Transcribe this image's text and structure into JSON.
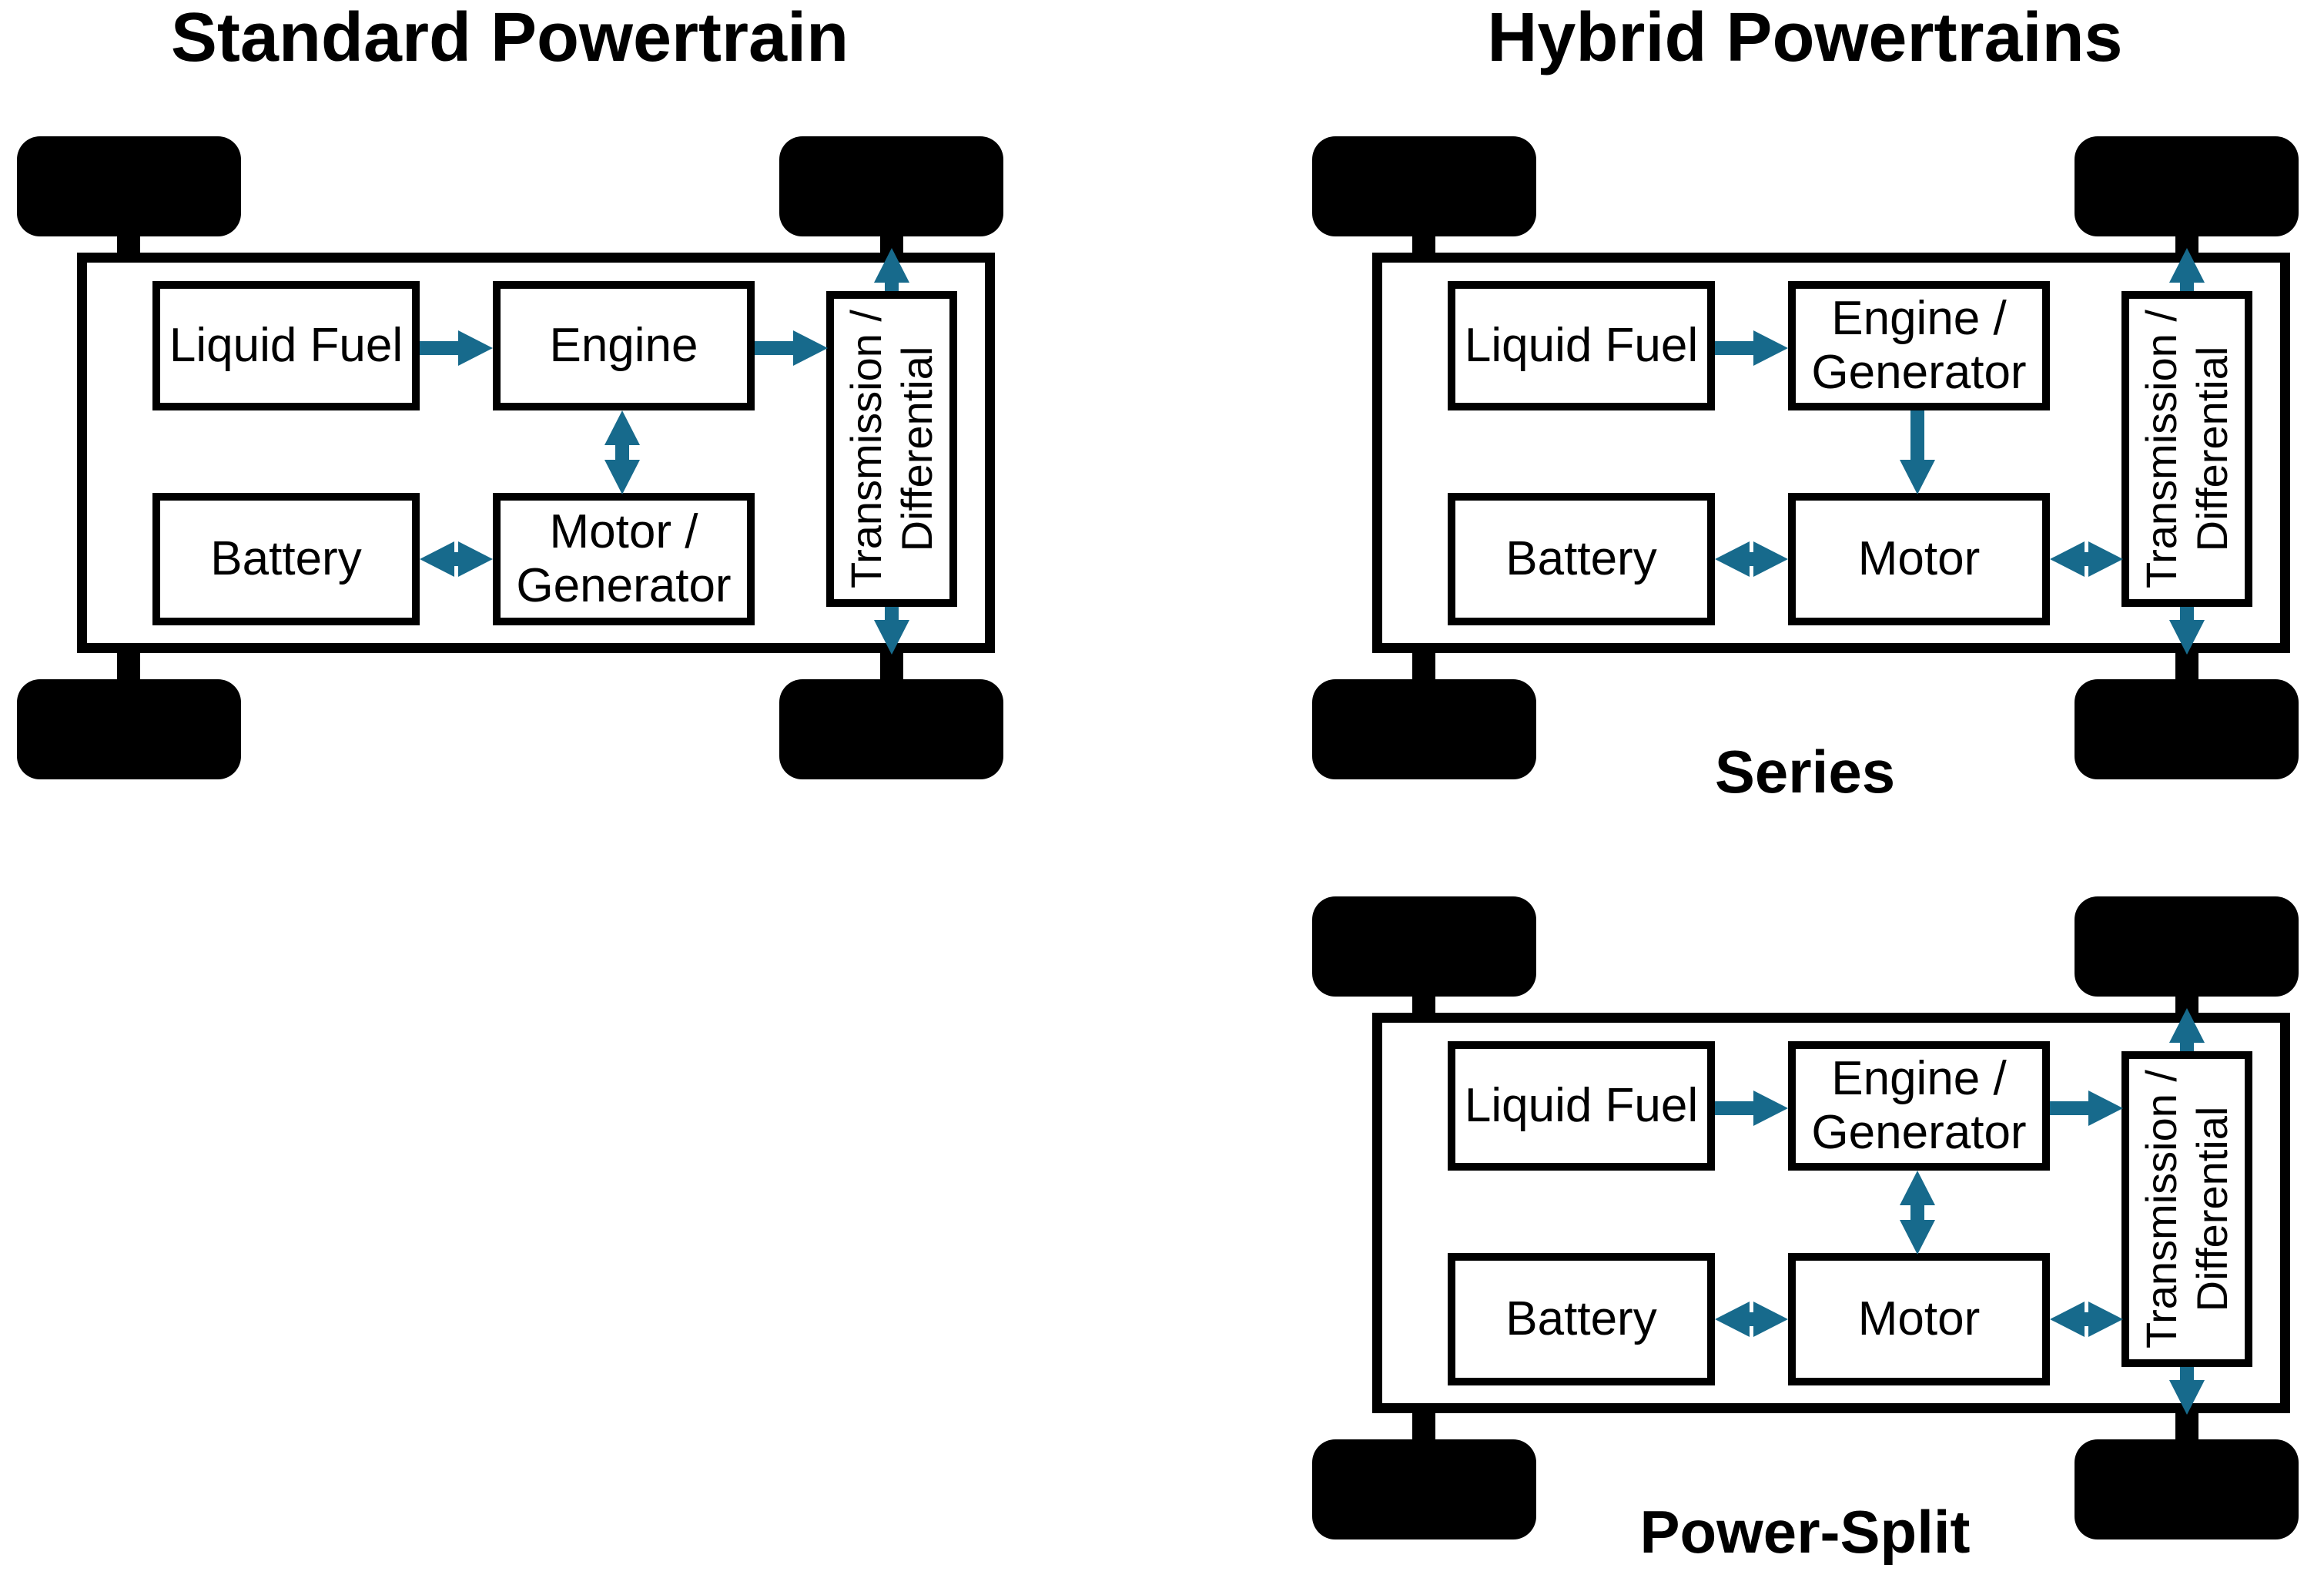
{
  "titles": {
    "standard": "Standard Powertrain",
    "hybrid": "Hybrid Powertrains"
  },
  "colors": {
    "arrow": "#176a8c",
    "outline": "#000000",
    "background": "#ffffff"
  },
  "standard": {
    "fuel": "Liquid Fuel",
    "engine": "Engine",
    "battery": "Battery",
    "motor_line1": "Motor /",
    "motor_line2": "Generator",
    "trans_line1": "Transmission /",
    "trans_line2": "Differential"
  },
  "series": {
    "label": "Series",
    "fuel": "Liquid Fuel",
    "engine_line1": "Engine /",
    "engine_line2": "Generator",
    "battery": "Battery",
    "motor": "Motor",
    "trans_line1": "Transmission /",
    "trans_line2": "Differential"
  },
  "power_split": {
    "label": "Power-Split",
    "fuel": "Liquid Fuel",
    "engine_line1": "Engine /",
    "engine_line2": "Generator",
    "battery": "Battery",
    "motor": "Motor",
    "trans_line1": "Transmission /",
    "trans_line2": "Differential"
  }
}
